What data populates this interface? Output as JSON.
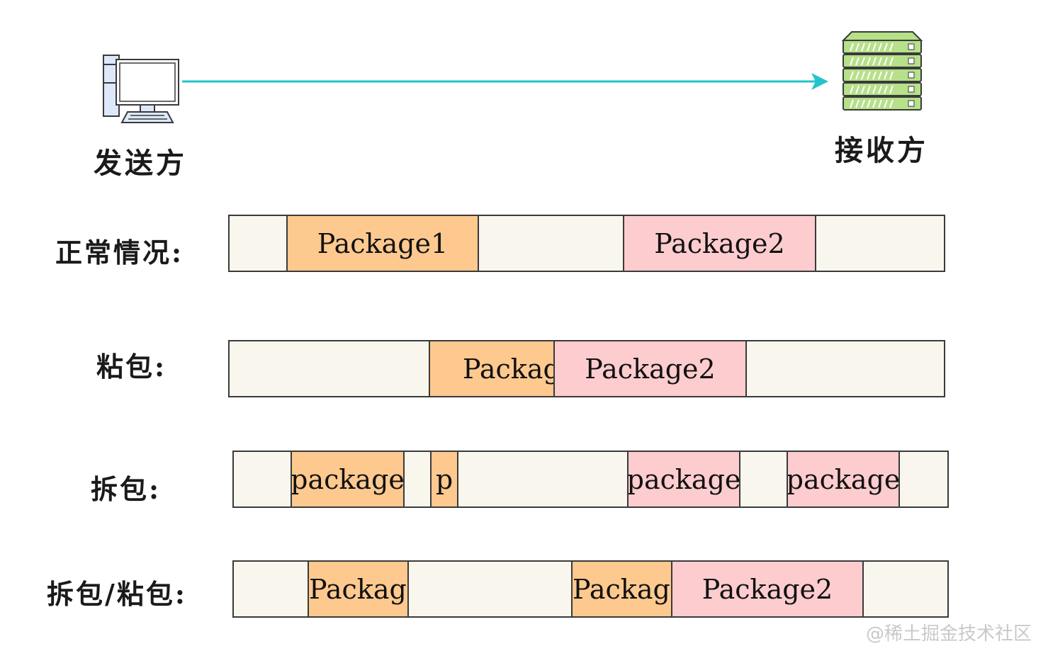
{
  "colors": {
    "bar_fill": "#f9f7ed",
    "bar_border": "#3a3a3a",
    "package1": "#fdc98f",
    "package2": "#fdcccf",
    "arrow": "#23c4c9",
    "server": "#b7e08a"
  },
  "icons": {
    "sender": "desktop-computer-icon",
    "receiver": "server-stack-icon"
  },
  "sender": {
    "label": "发送方"
  },
  "receiver": {
    "label": "接收方"
  },
  "rows": [
    {
      "label": "正常情况:",
      "segments": [
        "Package1",
        "Package2"
      ]
    },
    {
      "label": "粘包:",
      "segments": [
        "Packag",
        "Package2"
      ]
    },
    {
      "label": "拆包:",
      "segments": [
        "package",
        "p",
        "package",
        "package"
      ]
    },
    {
      "label": "拆包/粘包:",
      "segments": [
        "Package",
        "Package",
        "Package2"
      ]
    }
  ],
  "watermark": "@稀土掘金技术社区"
}
